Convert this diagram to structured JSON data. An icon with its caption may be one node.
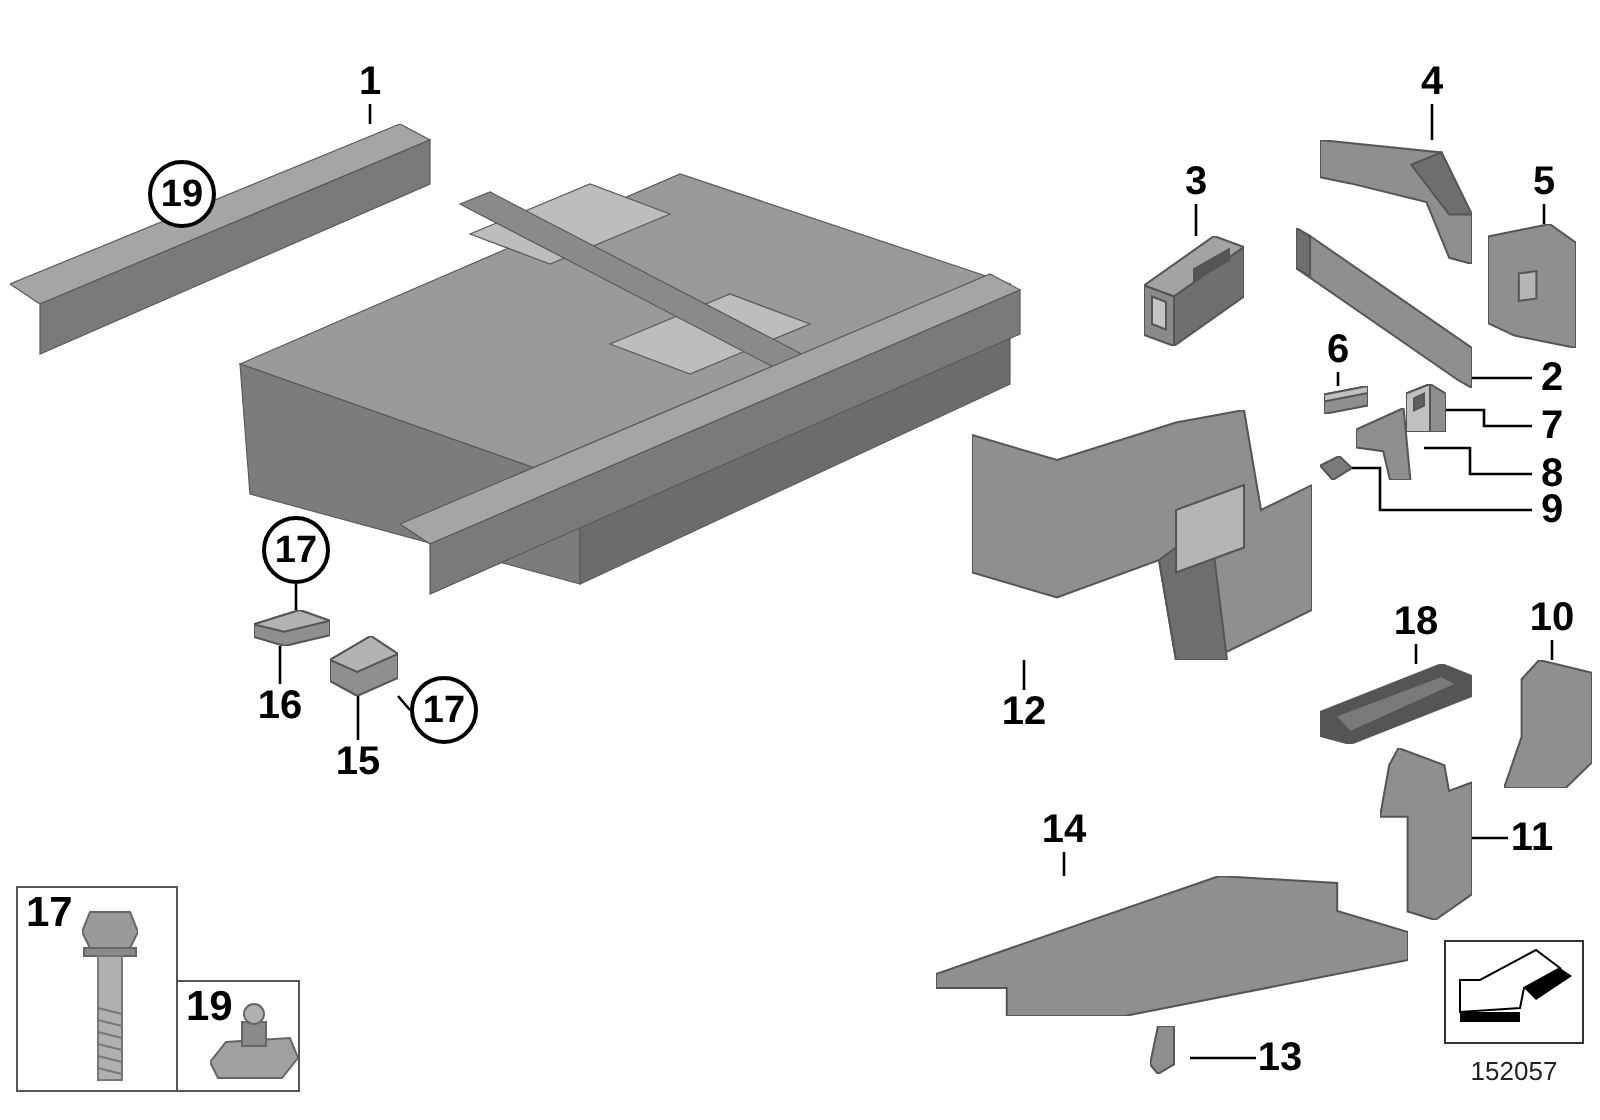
{
  "diagram": {
    "nodes": [
      {
        "text": [
          "1"
        ]
      },
      {
        "text": [
          "19"
        ]
      },
      {
        "text": [],
        "shape": "picture"
      },
      {
        "text": [
          "3"
        ]
      },
      {
        "text": [],
        "shape": "picture"
      },
      {
        "text": [
          "4"
        ]
      },
      {
        "text": [],
        "shape": "picture"
      },
      {
        "text": [
          "5"
        ]
      },
      {
        "text": [],
        "shape": "picture"
      },
      {
        "text": [
          "2"
        ]
      },
      {
        "text": [],
        "shape": "picture"
      },
      {
        "text": [
          "6"
        ]
      },
      {
        "text": [],
        "shape": "picture"
      },
      {
        "text": [
          "7"
        ]
      },
      {
        "text": [],
        "shape": "picture"
      },
      {
        "text": [
          "8"
        ]
      },
      {
        "text": [],
        "shape": "picture"
      },
      {
        "text": [
          "9"
        ]
      },
      {
        "text": [],
        "shape": "picture"
      },
      {
        "text": [
          "17"
        ]
      },
      {
        "text": [],
        "shape": "picture"
      },
      {
        "text": [
          "16"
        ]
      },
      {
        "text": [],
        "shape": "picture"
      },
      {
        "text": [
          "17"
        ]
      },
      {
        "text": [
          "15"
        ]
      },
      {
        "text": [
          "12"
        ]
      },
      {
        "text": [],
        "shape": "picture"
      },
      {
        "text": [
          "18"
        ]
      },
      {
        "text": [],
        "shape": "picture"
      },
      {
        "text": [
          "10"
        ]
      },
      {
        "text": [],
        "shape": "picture"
      },
      {
        "text": [
          "11"
        ]
      },
      {
        "text": [],
        "shape": "picture"
      },
      {
        "text": [
          "14"
        ]
      },
      {
        "text": [],
        "shape": "picture"
      },
      {
        "text": [
          "13"
        ]
      },
      {
        "text": [],
        "shape": "picture"
      },
      {
        "text": [
          "17"
        ]
      },
      {
        "text": [
          "19"
        ]
      }
    ],
    "edges": [
      {
        "from": 0,
        "to": 2,
        "arrow": "none"
      },
      {
        "from": 3,
        "to": 4,
        "arrow": "none"
      },
      {
        "from": 5,
        "to": 6,
        "arrow": "none"
      },
      {
        "from": 7,
        "to": 8,
        "arrow": "none"
      },
      {
        "from": 9,
        "to": 10,
        "arrow": "none"
      },
      {
        "from": 11,
        "to": 12,
        "arrow": "none"
      },
      {
        "from": 13,
        "to": 14,
        "arrow": "none"
      },
      {
        "from": 15,
        "to": 16,
        "arrow": "none"
      },
      {
        "from": 17,
        "to": 18,
        "arrow": "none"
      },
      {
        "from": 19,
        "to": 20,
        "arrow": "none"
      },
      {
        "from": 21,
        "to": 20,
        "arrow": "none"
      },
      {
        "from": 23,
        "to": 22,
        "arrow": "none"
      },
      {
        "from": 24,
        "to": 22,
        "arrow": "none"
      },
      {
        "from": 25,
        "to": 26,
        "arrow": "none"
      },
      {
        "from": 27,
        "to": 28,
        "arrow": "none"
      },
      {
        "from": 29,
        "to": 30,
        "arrow": "none"
      },
      {
        "from": 31,
        "to": 32,
        "arrow": "none"
      },
      {
        "from": 33,
        "to": 34,
        "arrow": "none"
      },
      {
        "from": 35,
        "to": 36,
        "arrow": "none"
      }
    ],
    "labels": [
      "152057"
    ]
  }
}
